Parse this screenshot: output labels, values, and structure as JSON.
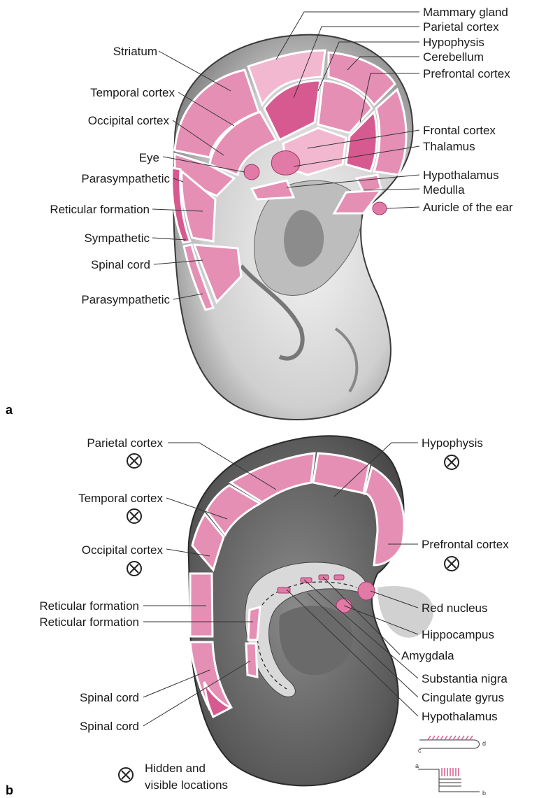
{
  "panel_a": {
    "letter": "a",
    "labels_left": [
      "Striatum",
      "Temporal cortex",
      "Occipital cortex",
      "Eye",
      "Parasympathetic",
      "Reticular formation",
      "Sympathetic",
      "Spinal cord",
      "Parasympathetic"
    ],
    "labels_right": [
      "Mammary gland",
      "Parietal cortex",
      "Hypophysis",
      "Cerebellum",
      "Prefrontal cortex",
      "Frontal cortex",
      "Thalamus",
      "Hypothalamus",
      "Medulla",
      "Auricle of the ear"
    ]
  },
  "panel_b": {
    "letter": "b",
    "labels_left": [
      "Parietal cortex",
      "Temporal cortex",
      "Occipital cortex",
      "Reticular formation",
      "Reticular formation",
      "Spinal cord",
      "Spinal cord"
    ],
    "labels_right": [
      "Hypophysis",
      "Prefrontal cortex",
      "Red nucleus",
      "Hippocampus",
      "Amygdala",
      "Substantia nigra",
      "Cingulate gyrus",
      "Hypothalamus"
    ],
    "legend": {
      "line1": "Hidden and",
      "line2": "visible locations"
    },
    "inset": {
      "c": "c",
      "d": "d",
      "a": "a",
      "b": "b"
    }
  },
  "colors": {
    "zone": "#e58fb4",
    "zone_dark": "#d65a8f",
    "ear_shade": "#9a9a9a",
    "ear_dark": "#555555"
  }
}
